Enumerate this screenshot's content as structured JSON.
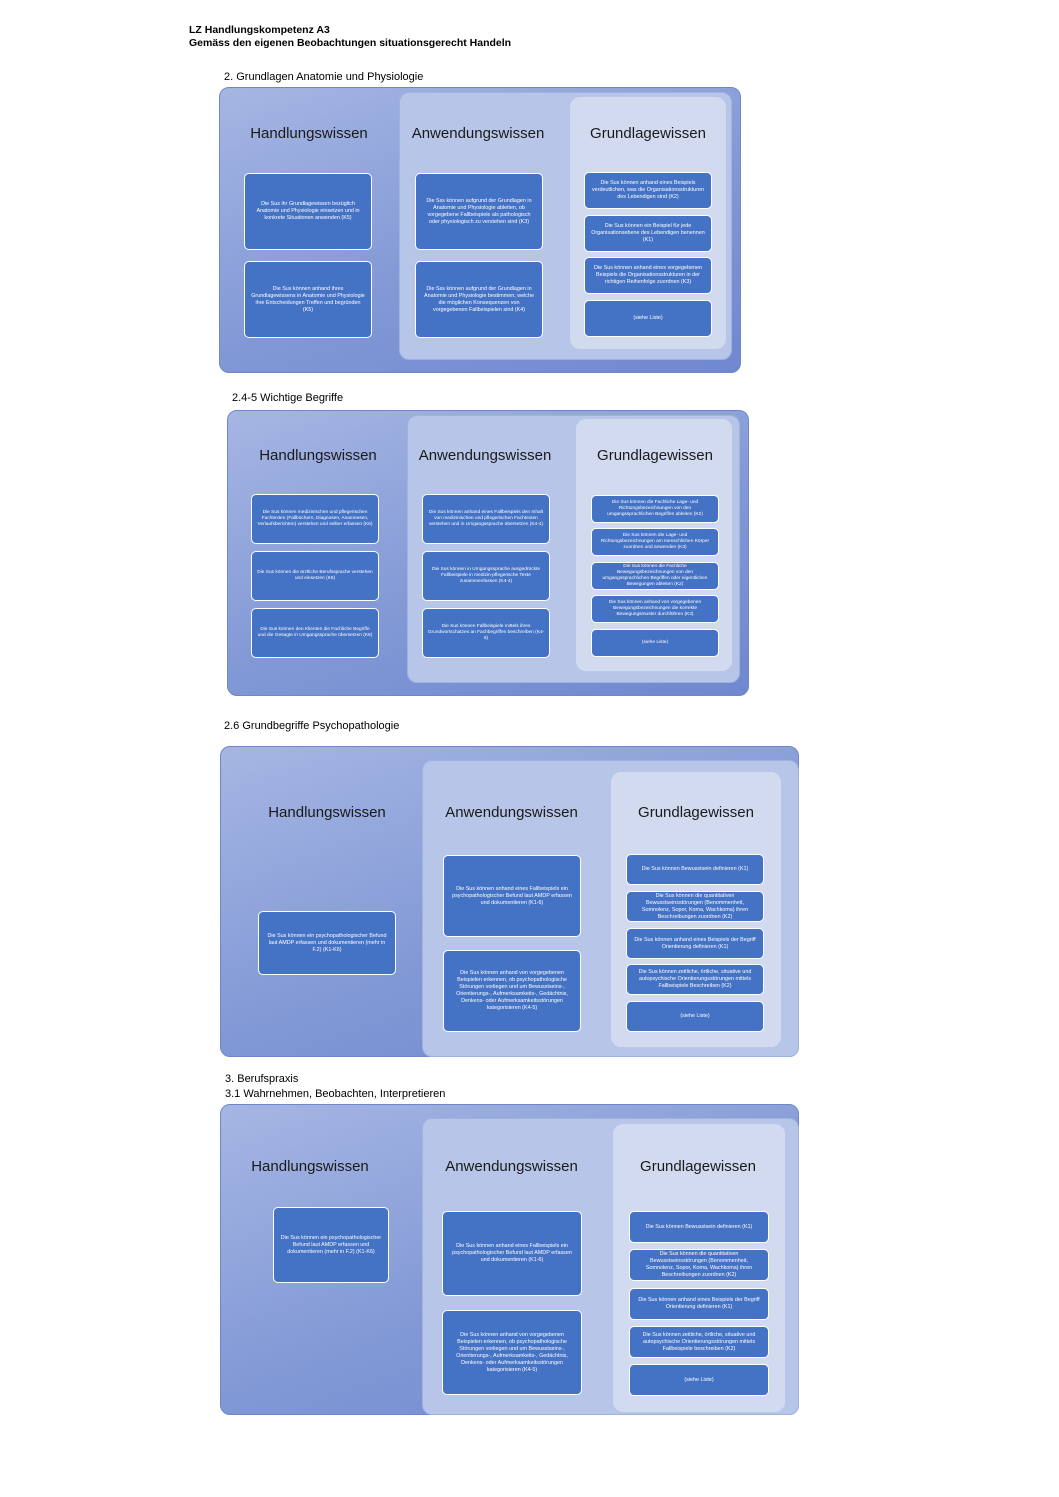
{
  "doc": {
    "title1": "LZ Handlungskompetenz A3",
    "title2": "Gemäss den eigenen Beobachtungen situationsgerecht Handeln"
  },
  "column_titles": {
    "h": "Handlungswissen",
    "a": "Anwendungswissen",
    "g": "Grundlagewissen"
  },
  "sections": [
    {
      "heading": "2. Grundlagen Anatomie und Physiologie",
      "handlung": [
        "Die Sus ihr Grundlagewissen bezüglich Anatomie und Physiologie einsetzen und in konkrete Situationen anwenden (K5)",
        "Die Sus können anhand ihres Grundlagewissens in Anatomie und Physiologie ihre Entscheidungen Treffen und begründen (K5)"
      ],
      "anwendung": [
        "Die Sss können aufgrund der Grundlagen in Anatomie und Physiologie ableiten, ob vorgegebene Fallbeispiele als pathologisch oder physiologisch zu verstehen sind (K3)",
        "Die Sss können aufgrund der Grundlagen in Anatomie und Physiologie bestimmen, welche die möglichen Konsequenzen von vorgegebenen Fallbeispielen sind (K4)"
      ],
      "grundlage": [
        "Die Sus können anhand eines Beispiels verdeutlichen, was die Organisationsstrukturen des Lebendigen sind (K2)",
        "Die Sus können ein Beispiel für jede Organisationsebene des Lebendigen benennen (K1)",
        "Die Sus können anhand eines vorgegebenen Beispiels die Organisationsstrukturen in der richtigen Reihenfolge zuordnen (K3)",
        "(siehe Liste)"
      ]
    },
    {
      "heading": "2.4-5 Wichtige Begriffe",
      "handlung": [
        "Die Sus können medizinischen und pflegerischen Fachtexten (Fallbüchern, Diagnosen, Anamnesen, Verlaufsberichten) verstehen und selber erfassen (K6)",
        "Die Sus können die ärztliche Berufssprache verstehen und einsetzen (K6)",
        "Die Sus können den Klienten die Fachliche Begriffe und die Gesagte in Umgangssprache übersetzen (K6)"
      ],
      "anwendung": [
        "Die Sus können anhand eines Fallbeispiels den Inhalt von medizinischen und pflegerischen Fachtexten verstehen und in Umgangssprache übersetzen (K4-4)",
        "Die Sus können in Umgangssprache ausgedrückte Fallbeispiele in medizin-pflegerische Texte zusammenfassen (K4-4)",
        "Die Sus können Fallbeispiele mittels ihres Grundwortschatzes an Fachbegriffen beschreiben (K4-6)"
      ],
      "grundlage": [
        "Die Sus können die Fachliche Lage- und Richtungsbezeichnungen von den umgangssprachlichen Begriffen ableiten (K2)",
        "Die Sus können die Lage- und Richtungsbezeichnungen am menschlichen Körper zuordnen und anwenden (K3)",
        "Die Sus können die Fachliche Bewegungsbezeichnungen von den umgangssprachlichen Begriffen oder eigentlichen Bewegungen ableiten (K2)",
        "Die Sus können anhand von vorgegebenen Bewegungsbezeichnungen die korrekte Bewegungsmuster durchführen (K3)",
        "(siehe Liste)"
      ]
    },
    {
      "heading": "2.6 Grundbegriffe Psychopathologie",
      "handlung": [
        "Die Sus können ein psychopathologischer Befund laut AMDP erfassen und dokumentieren (mehr in F.2) (K1-K6)"
      ],
      "anwendung": [
        "Die Sus können anhand eines Fallbeispiels ein psychopathologischer Befund laut AMDP erfassen und dokumentieren (K1-6)",
        "Die Sus können anhand von vorgegebenen Beispielen erkennen, ob psychopathologische Störungen vorliegen und um Bewusstseins-, Orientierungs-, Aufmerksamkeits-, Gedächtnis, Denkens- oder Aufmerksamkeitsstörungen kategorisieren (K4-5)"
      ],
      "grundlage": [
        "Die Sus können Bewusstsein definieren (K1)",
        "Die Sus können die quantitativen Bewusstseinsstörungen (Benommenheit, Somnolenz, Sopor, Koma, Wachkoma) ihren Beschreibungen zuordnen (K2)",
        "Die Sus können anhand eines Beispiels der Begriff Orientierung definieren (K1)",
        "Die Sus können zeitliche, örtliche, situative und autopsychische Orientierungsstörungen mittels Fallbeispiele Beschreiben (K2)",
        "(siehe Liste)"
      ]
    },
    {
      "heading": "3. Berufspraxis",
      "subheading": "3.1 Wahrnehmen, Beobachten, Interpretieren",
      "handlung": [
        "Die Sus können ein psychopathologischer Befund laut AMDP erfassen und dokumentieren (mehr in F.2) (K1-K6)"
      ],
      "anwendung": [
        "Die Sus können anhand eines Fallbeispiels ein psychopathologischer Befund laut AMDP erfassen und dokumentieren (K1-6)",
        "Die Sus können anhand von vorgegebenen Beispielen erkennen, ob psychopathologische Störungen vorliegen und um Bewusstseins-, Orientierungs-, Aufmerksamkeits-, Gedächtnis, Denkens- oder Aufmerksamkeitsstörungen kategorisieren (K4-5)"
      ],
      "grundlage": [
        "Die Sus können Bewusstsein definieren (K1)",
        "Die Sus können die quantitativen Bewusstseinsstörungen (Benommenheit, Somnolenz, Sopor, Koma, Wachkoma) ihren Beschreibungen zuordnen (K2)",
        "Die Sus können anhand eines Beispiels der Begriff Orientierung definieren (K1)",
        "Die Sus können zeitliche, örtliche, situative und autopsychische Orientierungsstörungen mittels Fallbeispiele beschreiben (K2)",
        "(siehe Liste)"
      ]
    }
  ]
}
